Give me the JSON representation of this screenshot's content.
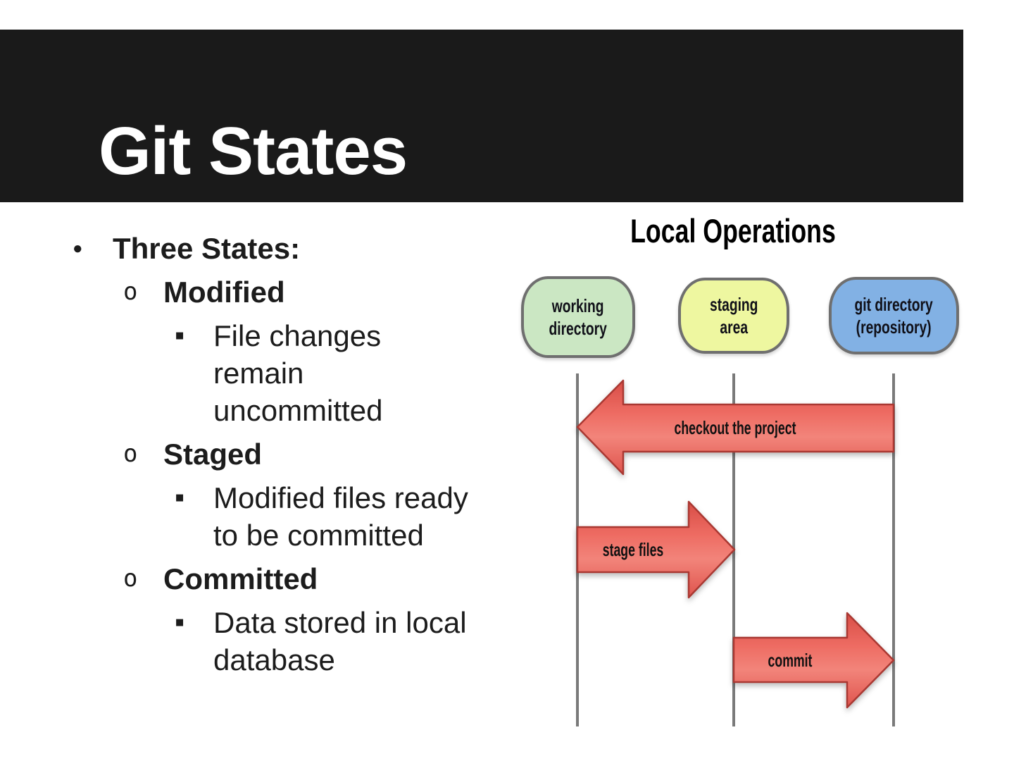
{
  "slide": {
    "header": {
      "title": "Git States"
    },
    "list": {
      "bullets": {
        "disc": "●",
        "circle": "o",
        "square": "▪"
      },
      "items": [
        {
          "level": 1,
          "text": "Three States:"
        },
        {
          "level": 2,
          "text": "Modified"
        },
        {
          "level": 3,
          "text": "File changes\nremain\nuncommitted"
        },
        {
          "level": 2,
          "text": "Staged"
        },
        {
          "level": 3,
          "text": "Modified files ready\nto be committed"
        },
        {
          "level": 2,
          "text": "Committed"
        },
        {
          "level": 3,
          "text": "Data stored in local\ndatabase"
        }
      ]
    },
    "diagram": {
      "title": "Local Operations",
      "nodes": [
        {
          "label": "working\ndirectory",
          "fill": "#cbe7c3"
        },
        {
          "label": "staging\narea",
          "fill": "#eef7a0"
        },
        {
          "label": "git directory\n(repository)",
          "fill": "#82b1e4"
        }
      ],
      "arrows": [
        {
          "label": "checkout the project",
          "direction": "left",
          "from": "git directory (repository)",
          "to": "working directory"
        },
        {
          "label": "stage files",
          "direction": "right",
          "from": "working directory",
          "to": "staging area"
        },
        {
          "label": "commit",
          "direction": "right",
          "from": "staging area",
          "to": "git directory (repository)"
        }
      ],
      "colors": {
        "node_border": "#6f6f6f",
        "lifeline": "#7a7a7a",
        "arrow_fill": "#ee6a62",
        "arrow_border": "#a93731",
        "diagram_text": "#111111"
      }
    },
    "colors": {
      "header_bg": "#1a1a1a",
      "header_text": "#ffffff",
      "body_text": "#1c1c1c",
      "background": "#ffffff"
    }
  }
}
